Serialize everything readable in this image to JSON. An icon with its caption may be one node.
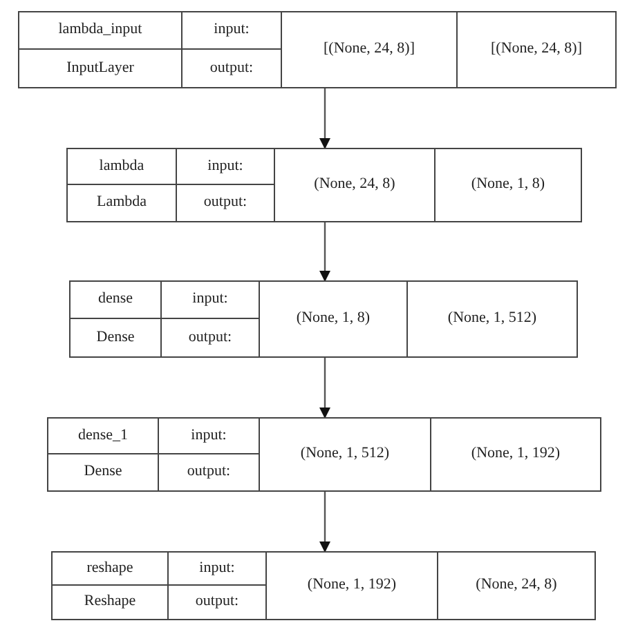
{
  "diagram": {
    "nodes": [
      {
        "text": [
          "lambda_input",
          "InputLayer",
          "input:",
          "output:",
          "[(None, 24, 8)]",
          "[(None, 24, 8)]"
        ]
      },
      {
        "text": [
          "lambda",
          "Lambda",
          "input:",
          "output:",
          "(None, 24, 8)",
          "(None, 1, 8)"
        ]
      },
      {
        "text": [
          "dense",
          "Dense",
          "input:",
          "output:",
          "(None, 1, 8)",
          "(None, 1, 512)"
        ]
      },
      {
        "text": [
          "dense_1",
          "Dense",
          "input:",
          "output:",
          "(None, 1, 512)",
          "(None, 1, 192)"
        ]
      },
      {
        "text": [
          "reshape",
          "Reshape",
          "input:",
          "output:",
          "(None, 1, 192)",
          "(None, 24, 8)"
        ]
      }
    ],
    "edges": [
      {
        "from": 0,
        "to": 1,
        "arrow": "to"
      },
      {
        "from": 1,
        "to": 2,
        "arrow": "to"
      },
      {
        "from": 2,
        "to": 3,
        "arrow": "to"
      },
      {
        "from": 3,
        "to": 4,
        "arrow": "to"
      }
    ]
  }
}
